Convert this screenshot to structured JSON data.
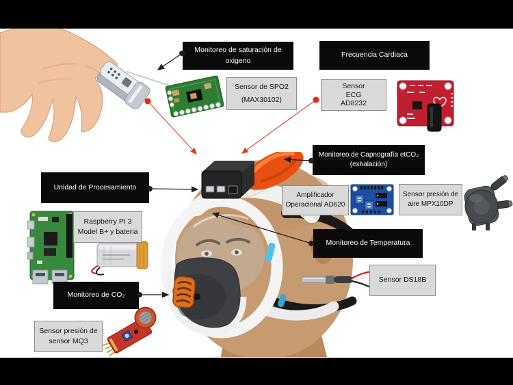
{
  "slide": {
    "background": "#ffffff",
    "letterbox_color": "#000000",
    "description": "System diagram of a sensorized full-face mask for vital-signs monitoring"
  },
  "colors": {
    "label_box_bg": "#0a0a0a",
    "label_box_text": "#ffffff",
    "sensor_box_bg": "#d9d9d9",
    "sensor_box_border": "#8c8c8c",
    "connector_black": "#1f1f1f",
    "connector_red_line": "#d9543a",
    "connector_red_dot": "#e8250d"
  },
  "labels": {
    "monitoreo_spo2": "Monitoreo de saturación de\noxigeno",
    "frecuencia_cardiaca": "Frecuencia Cardiaca",
    "monitoreo_capnografia": "Monitoreo de Capnografía  etCO₂\n(exhalación)",
    "unidad_procesamiento": "Unidad de Procesamiento",
    "monitoreo_temperatura": "Monitoreo de Temperatura",
    "monitoreo_co2": "Monitoreo de CO₂",
    "sensor_spo2": "Sensor de SPO2\n(MAX30102)",
    "sensor_ecg": "Sensor\nECG\nAD8232",
    "amplificador_ad620": "Amplificador\nOperacional AD620",
    "sensor_presion_aire": "Sensor presión de\naire MPX10DP",
    "raspberry_bateria": "Raspberry PI 3\nModel B+ y bateria",
    "sensor_ds18b": "Sensor DS18B",
    "sensor_mq3": "Sensor presión de\nsensor MQ3"
  },
  "illustrations": [
    "hand-with-pulse-oximeter-image",
    "max30102-board-image",
    "ad8232-ecg-board-image",
    "mask-with-snorkel-and-pi-case-image",
    "raspberry-pi-board-image",
    "lipo-battery-image",
    "ad620-module-image",
    "mpx10dp-sensor-image",
    "ds18b-temperature-probe-image",
    "mq3-sensor-module-image"
  ]
}
